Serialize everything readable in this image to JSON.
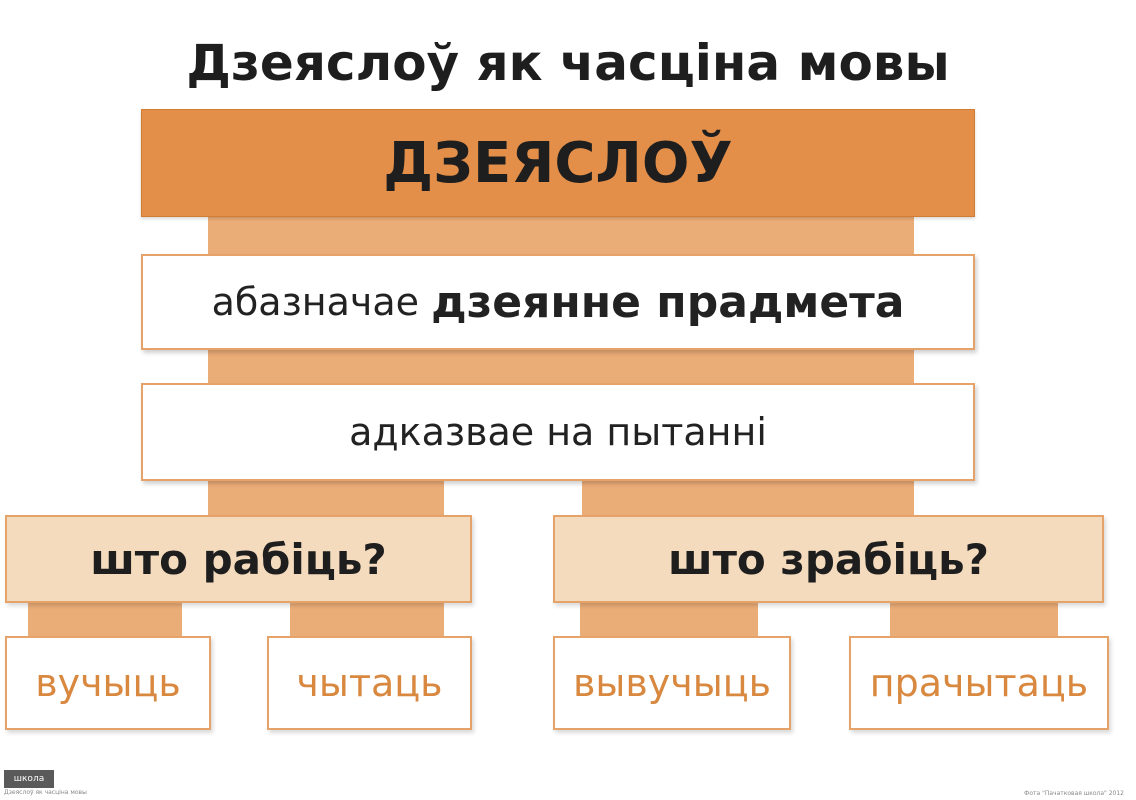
{
  "title": "Дзеяслоў як часціна мовы",
  "root": "ДЗЕЯСЛОЎ",
  "definition": {
    "prefix": "абазначае",
    "bold": "дзеянне прадмета"
  },
  "answers": "адказвае на пытанні",
  "questions": [
    {
      "label": "што рабіць?",
      "examples": [
        "вучыць",
        "чытаць"
      ]
    },
    {
      "label": "што зрабіць?",
      "examples": [
        "вывучыць",
        "прачытаць"
      ]
    }
  ],
  "footer": {
    "logo_text": "школа",
    "caption": "Дзеяслоў як часціна мовы",
    "credit": "Фота \"Пачатковая школа\" 2012"
  },
  "colors": {
    "root": "#e38f4a",
    "connector": "#ebad78",
    "question": "#f4dbbd",
    "example_text": "#d98840",
    "border": "#e5a36a"
  }
}
